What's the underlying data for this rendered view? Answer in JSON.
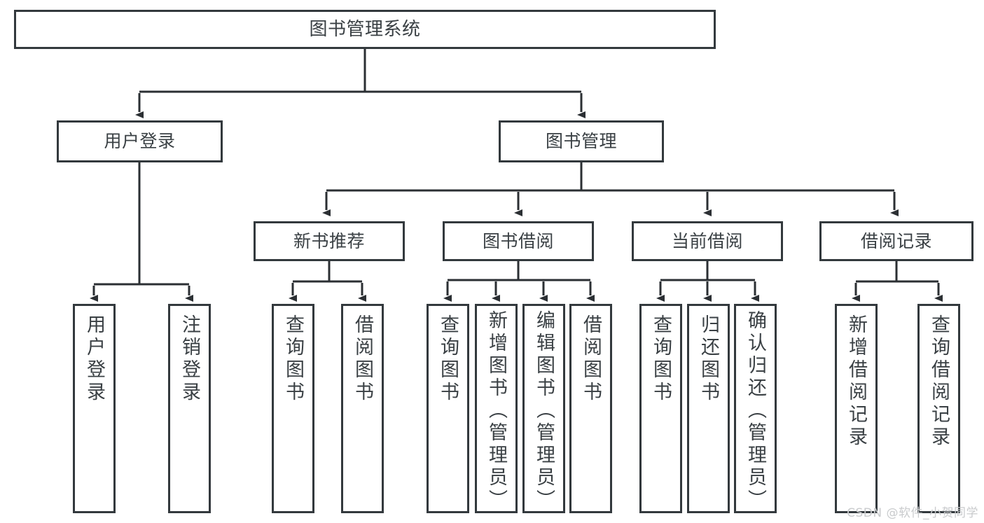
{
  "diagram": {
    "title": "图书管理系统",
    "type": "tree",
    "colors": {
      "box_border": "#33393d",
      "box_fill": "#ffffff",
      "text": "#3a4044",
      "edge": "#2b2f33",
      "watermark": "#c9cbcd",
      "background": "#ffffff"
    },
    "root": {
      "label": "图书管理系统"
    },
    "level2": [
      {
        "label": "用户登录"
      },
      {
        "label": "图书管理"
      }
    ],
    "level3": [
      {
        "label": "新书推荐"
      },
      {
        "label": "图书借阅"
      },
      {
        "label": "当前借阅"
      },
      {
        "label": "借阅记录"
      }
    ],
    "leaves_user_login": [
      {
        "label": "用户登录"
      },
      {
        "label": "注销登录"
      }
    ],
    "leaves_new_book": [
      {
        "label": "查询图书"
      },
      {
        "label": "借阅图书"
      }
    ],
    "leaves_borrow": [
      {
        "label": "查询图书"
      },
      {
        "label": "新增图书（管理员）"
      },
      {
        "label": "编辑图书（管理员）"
      },
      {
        "label": "借阅图书"
      }
    ],
    "leaves_current": [
      {
        "label": "查询图书"
      },
      {
        "label": "归还图书"
      },
      {
        "label": "确认归还（管理员）"
      }
    ],
    "leaves_records": [
      {
        "label": "新增借阅记录"
      },
      {
        "label": "查询借阅记录"
      }
    ]
  },
  "watermark": {
    "text": "CSDN @软件_小贺同学"
  }
}
